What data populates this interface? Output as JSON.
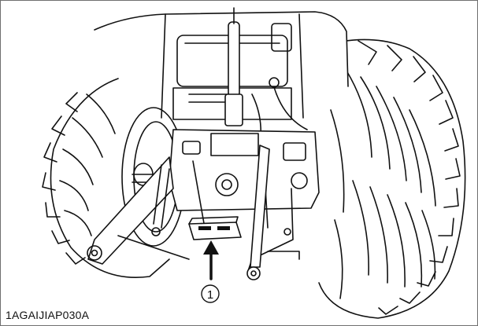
{
  "figure": {
    "callouts": [
      {
        "label": "1",
        "target": "drawbar"
      }
    ],
    "code": "1AGAIJIAP030A"
  }
}
